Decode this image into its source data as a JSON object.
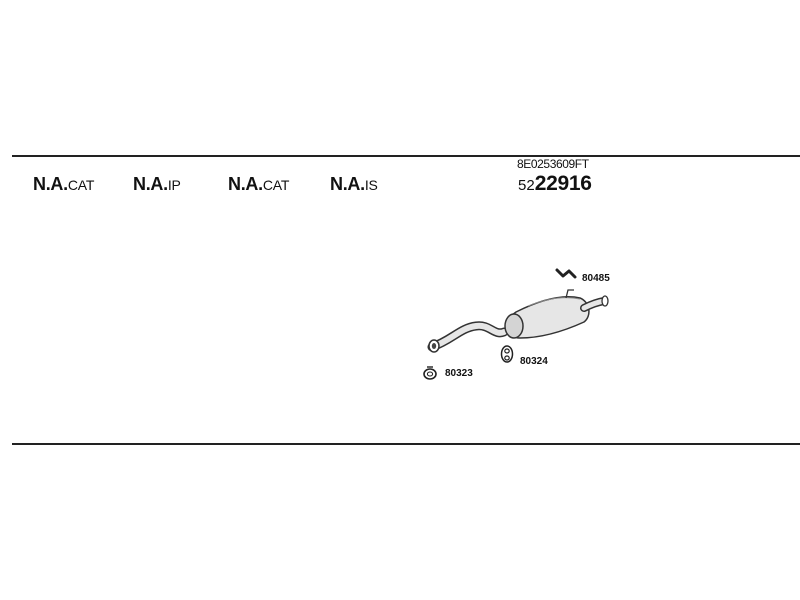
{
  "exhaust_system": {
    "oe_number": "8E0253609FT",
    "part_number_prefix": "52",
    "part_number_main": "22916",
    "not_available": [
      {
        "strong": "N.A.",
        "suffix": "CAT"
      },
      {
        "strong": "N.A.",
        "suffix": "IP"
      },
      {
        "strong": "N.A.",
        "suffix": "CAT"
      },
      {
        "strong": "N.A.",
        "suffix": "IS"
      }
    ],
    "accessories": [
      {
        "code": "80485",
        "icon": "clamp-icon"
      },
      {
        "code": "80324",
        "icon": "rubber-mount-icon"
      },
      {
        "code": "80323",
        "icon": "rubber-ring-icon"
      }
    ]
  },
  "colors": {
    "line": "#222222",
    "drawing_stroke": "#333333",
    "drawing_fill": "#e6e6e6",
    "background": "#ffffff"
  }
}
